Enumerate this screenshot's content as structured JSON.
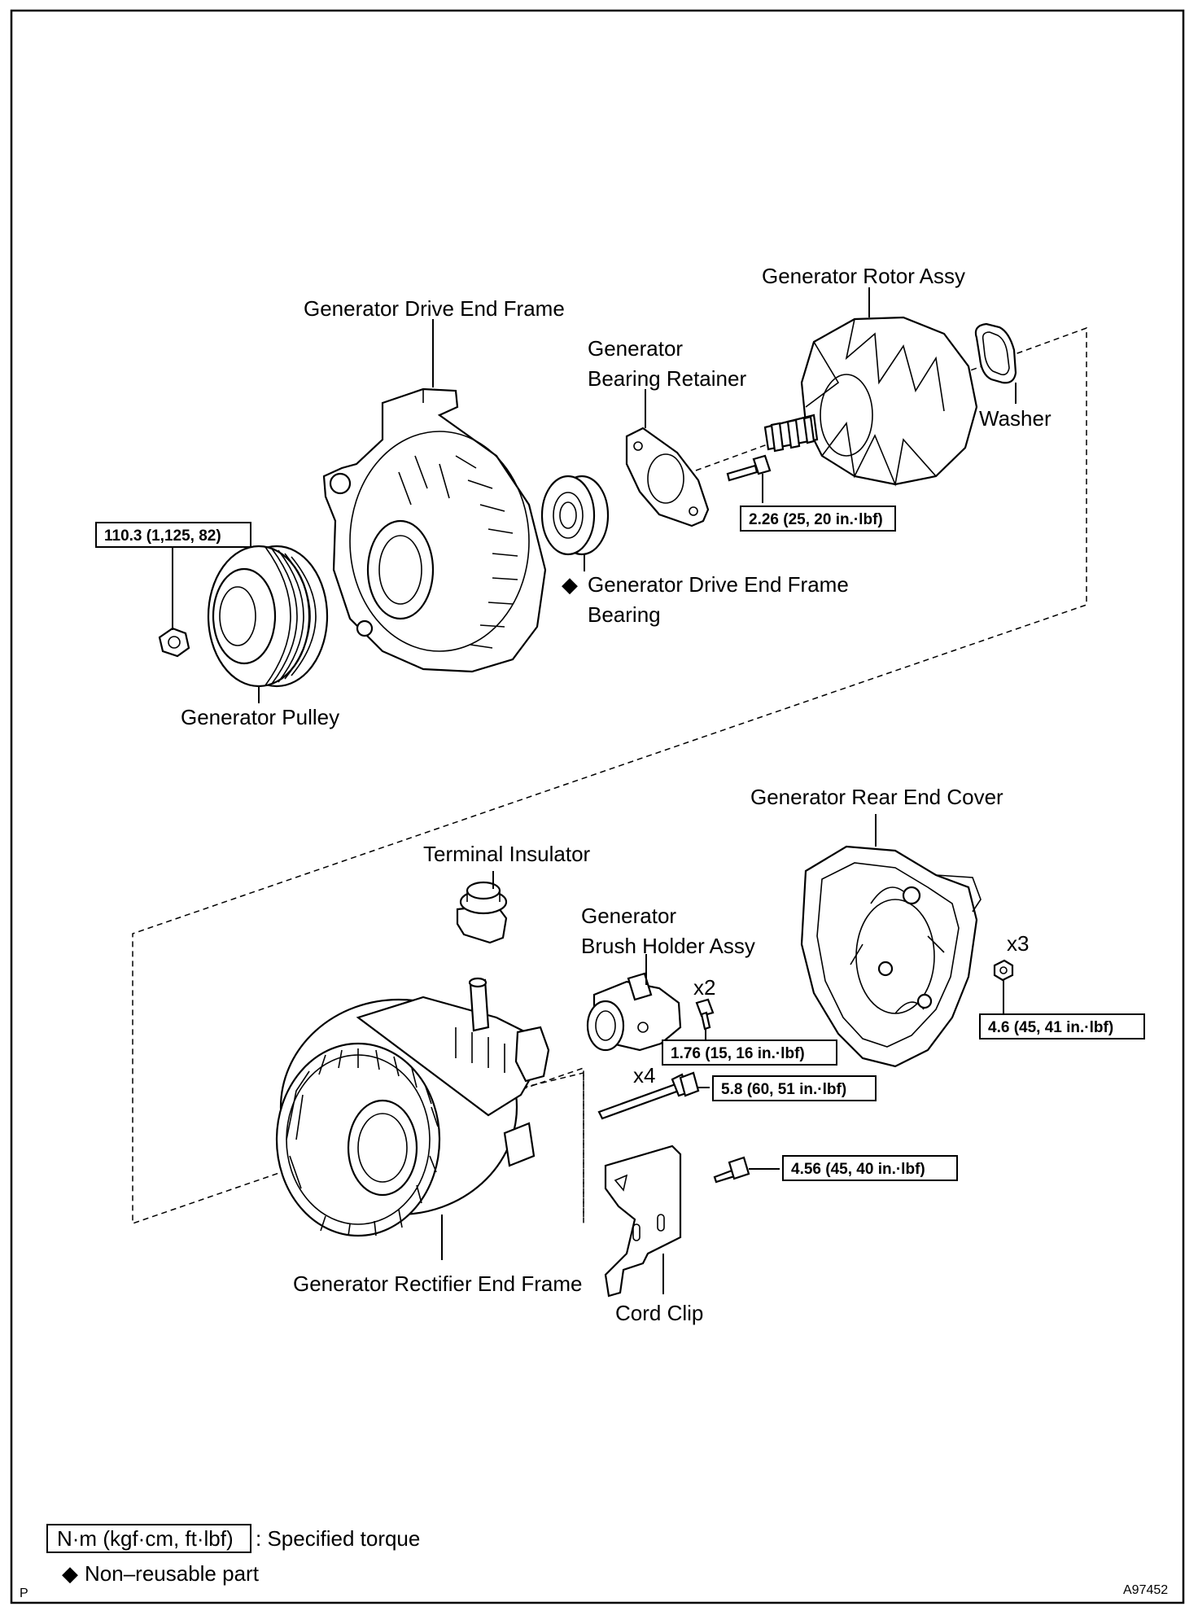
{
  "labels": {
    "drive_end_frame": "Generator Drive End Frame",
    "rotor_assy": "Generator Rotor Assy",
    "bearing_retainer_l1": "Generator",
    "bearing_retainer_l2": "Bearing Retainer",
    "washer": "Washer",
    "drive_end_bearing_l1": "Generator Drive End Frame",
    "drive_end_bearing_l2": "Bearing",
    "pulley": "Generator Pulley",
    "rear_end_cover": "Generator Rear End Cover",
    "terminal_insulator": "Terminal Insulator",
    "brush_holder_l1": "Generator",
    "brush_holder_l2": "Brush Holder Assy",
    "rectifier_end_frame": "Generator Rectifier End Frame",
    "cord_clip": "Cord Clip"
  },
  "torques": {
    "pulley_nut": "110.3 (1,125, 82)",
    "retainer_screw": "2.26 (25, 20 in.·lbf)",
    "brush_holder_screw": "1.76 (15, 16 in.·lbf)",
    "through_bolt": "5.8 (60, 51 in.·lbf)",
    "cord_clip_bolt": "4.56 (45, 40 in.·lbf)",
    "rear_cover_nut": "4.6 (45, 41 in.·lbf)"
  },
  "quantities": {
    "brush_holder_screw": "x2",
    "through_bolt": "x4",
    "rear_cover_nut": "x3"
  },
  "legend": {
    "torque_unit": "N·m (kgf·cm, ft·lbf)",
    "torque_text": ": Specified torque",
    "non_reusable_symbol": "◆",
    "non_reusable_text": "Non–reusable part"
  },
  "corner_marks": {
    "bottom_left": "P",
    "figure_id": "A97452"
  }
}
